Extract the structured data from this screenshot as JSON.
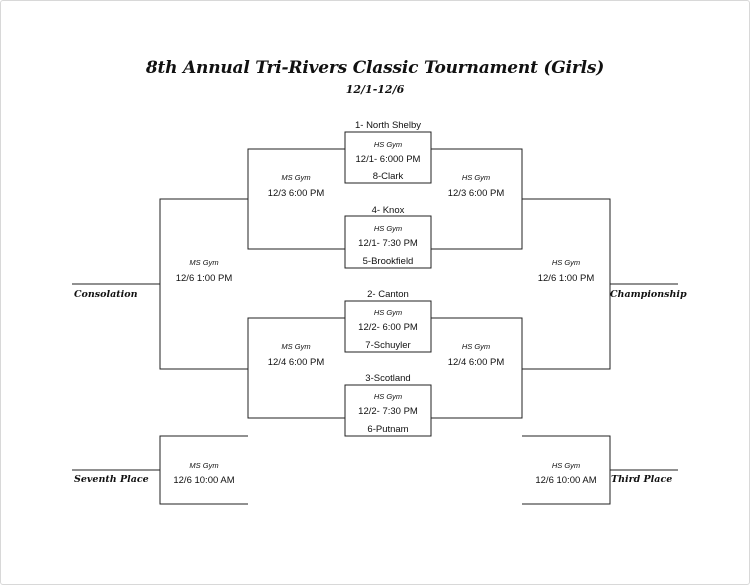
{
  "title": "8th Annual Tri-Rivers Classic Tournament (Girls)",
  "dates": "12/1-12/6",
  "round1": [
    {
      "top": "1- North Shelby",
      "gym": "HS Gym",
      "time": "12/1- 6:000 PM",
      "bottom": "8-Clark"
    },
    {
      "top": "4- Knox",
      "gym": "HS Gym",
      "time": "12/1- 7:30 PM",
      "bottom": "5-Brookfield"
    },
    {
      "top": "2- Canton",
      "gym": "HS Gym",
      "time": "12/2- 6:00 PM",
      "bottom": "7-Schuyler"
    },
    {
      "top": "3-Scotland",
      "gym": "HS Gym",
      "time": "12/2- 7:30 PM",
      "bottom": "6-Putnam"
    }
  ],
  "left_semis": [
    {
      "gym": "MS Gym",
      "time": "12/3 6:00 PM"
    },
    {
      "gym": "MS Gym",
      "time": "12/4 6:00 PM"
    }
  ],
  "right_semis": [
    {
      "gym": "HS Gym",
      "time": "12/3 6:00 PM"
    },
    {
      "gym": "HS Gym",
      "time": "12/4 6:00 PM"
    }
  ],
  "consolation": {
    "gym": "MS Gym",
    "time": "12/6 1:00 PM",
    "label": "Consolation"
  },
  "championship": {
    "gym": "HS Gym",
    "time": "12/6 1:00 PM",
    "label": "Championship"
  },
  "seventh": {
    "gym": "MS Gym",
    "time": "12/6 10:00 AM",
    "label": "Seventh Place"
  },
  "third": {
    "gym": "HS Gym",
    "time": "12/6 10:00 AM",
    "label": "Third Place"
  }
}
